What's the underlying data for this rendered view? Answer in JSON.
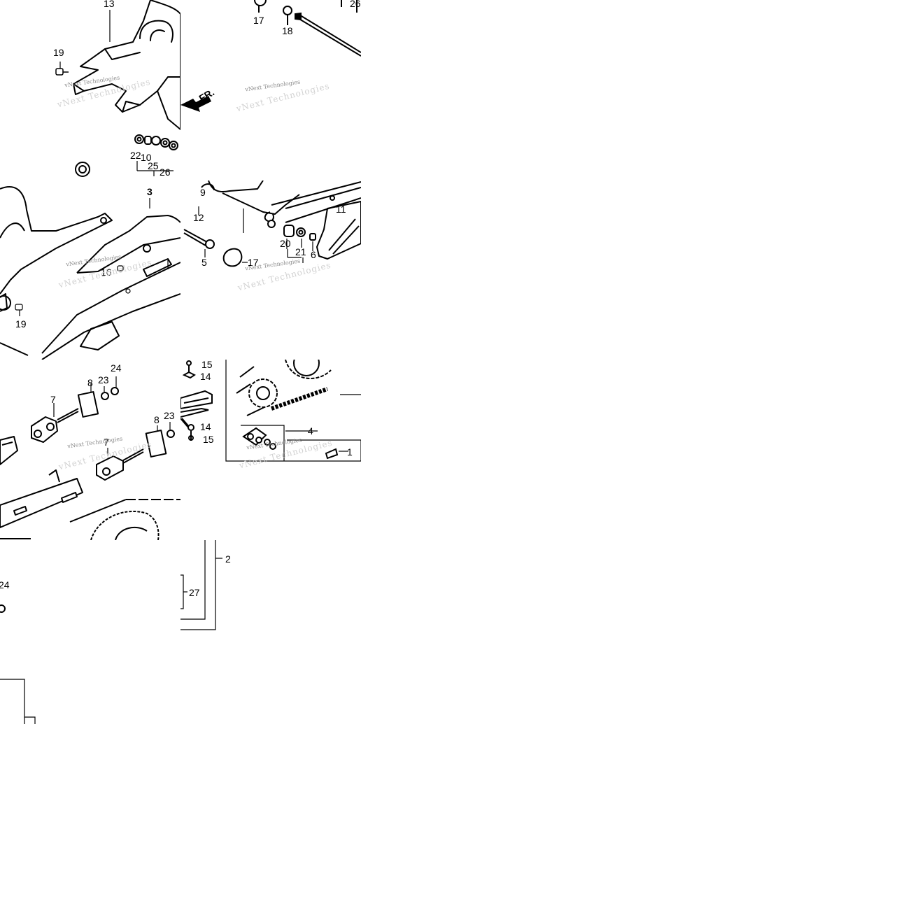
{
  "watermark": "vNext Technologies",
  "front_marker": "FR.",
  "callouts": {
    "c13": "13",
    "c19a": "19",
    "c17a": "17",
    "c18": "18",
    "c26a": "26",
    "c22": "22",
    "c10": "10",
    "c25": "25",
    "c26b": "26",
    "c3": "3",
    "c16": "16",
    "c19b": "19",
    "c9": "9",
    "c12": "12",
    "c11": "11",
    "c5": "5",
    "c17b": "17",
    "c20": "20",
    "c21": "21",
    "c6": "6",
    "c24a": "24",
    "c23a": "23",
    "c8a": "8",
    "c7a": "7",
    "c7b": "7",
    "c8b": "8",
    "c23b": "23",
    "c15a": "15",
    "c14a": "14",
    "c14b": "14",
    "c15b": "15",
    "c4": "4",
    "c1": "1",
    "c2": "2",
    "c27": "27",
    "c24b": "24"
  }
}
